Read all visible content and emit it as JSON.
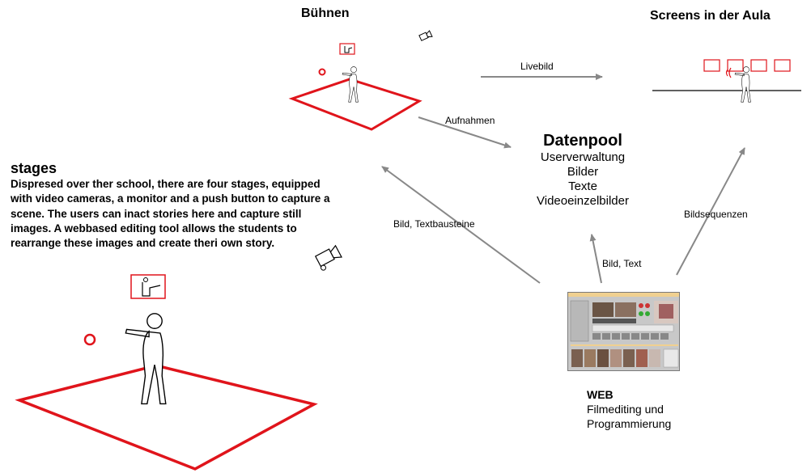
{
  "labels": {
    "buehnen": "Bühnen",
    "screens": "Screens in der Aula",
    "livebild": "Livebild",
    "aufnahmen": "Aufnahmen",
    "bild_textbausteine": "Bild, Textbausteine",
    "bild_text": "Bild, Text",
    "bildsequenzen": "Bildsequenzen"
  },
  "datenpool": {
    "title": "Datenpool",
    "items": [
      "Userverwaltung",
      "Bilder",
      "Texte",
      "Videoeinzelbilder"
    ]
  },
  "stages": {
    "title": "stages",
    "body": "Dispresed over ther school, there are four stages, equipped with video cameras, a monitor and a push button to capture a scene. The users can inact stories here and capture still images. A webbased editing tool allows the students to rearrange these images and create theri own story."
  },
  "web": {
    "title": "WEB",
    "lines": [
      "Filmediting und",
      "Programmierung"
    ]
  },
  "colors": {
    "accent": "#e0141b",
    "arrow": "#888888",
    "line": "#000000"
  },
  "icons": [
    "camera-icon",
    "person-icon",
    "monitor-icon",
    "push-button-icon",
    "editing-tool-screenshot"
  ]
}
